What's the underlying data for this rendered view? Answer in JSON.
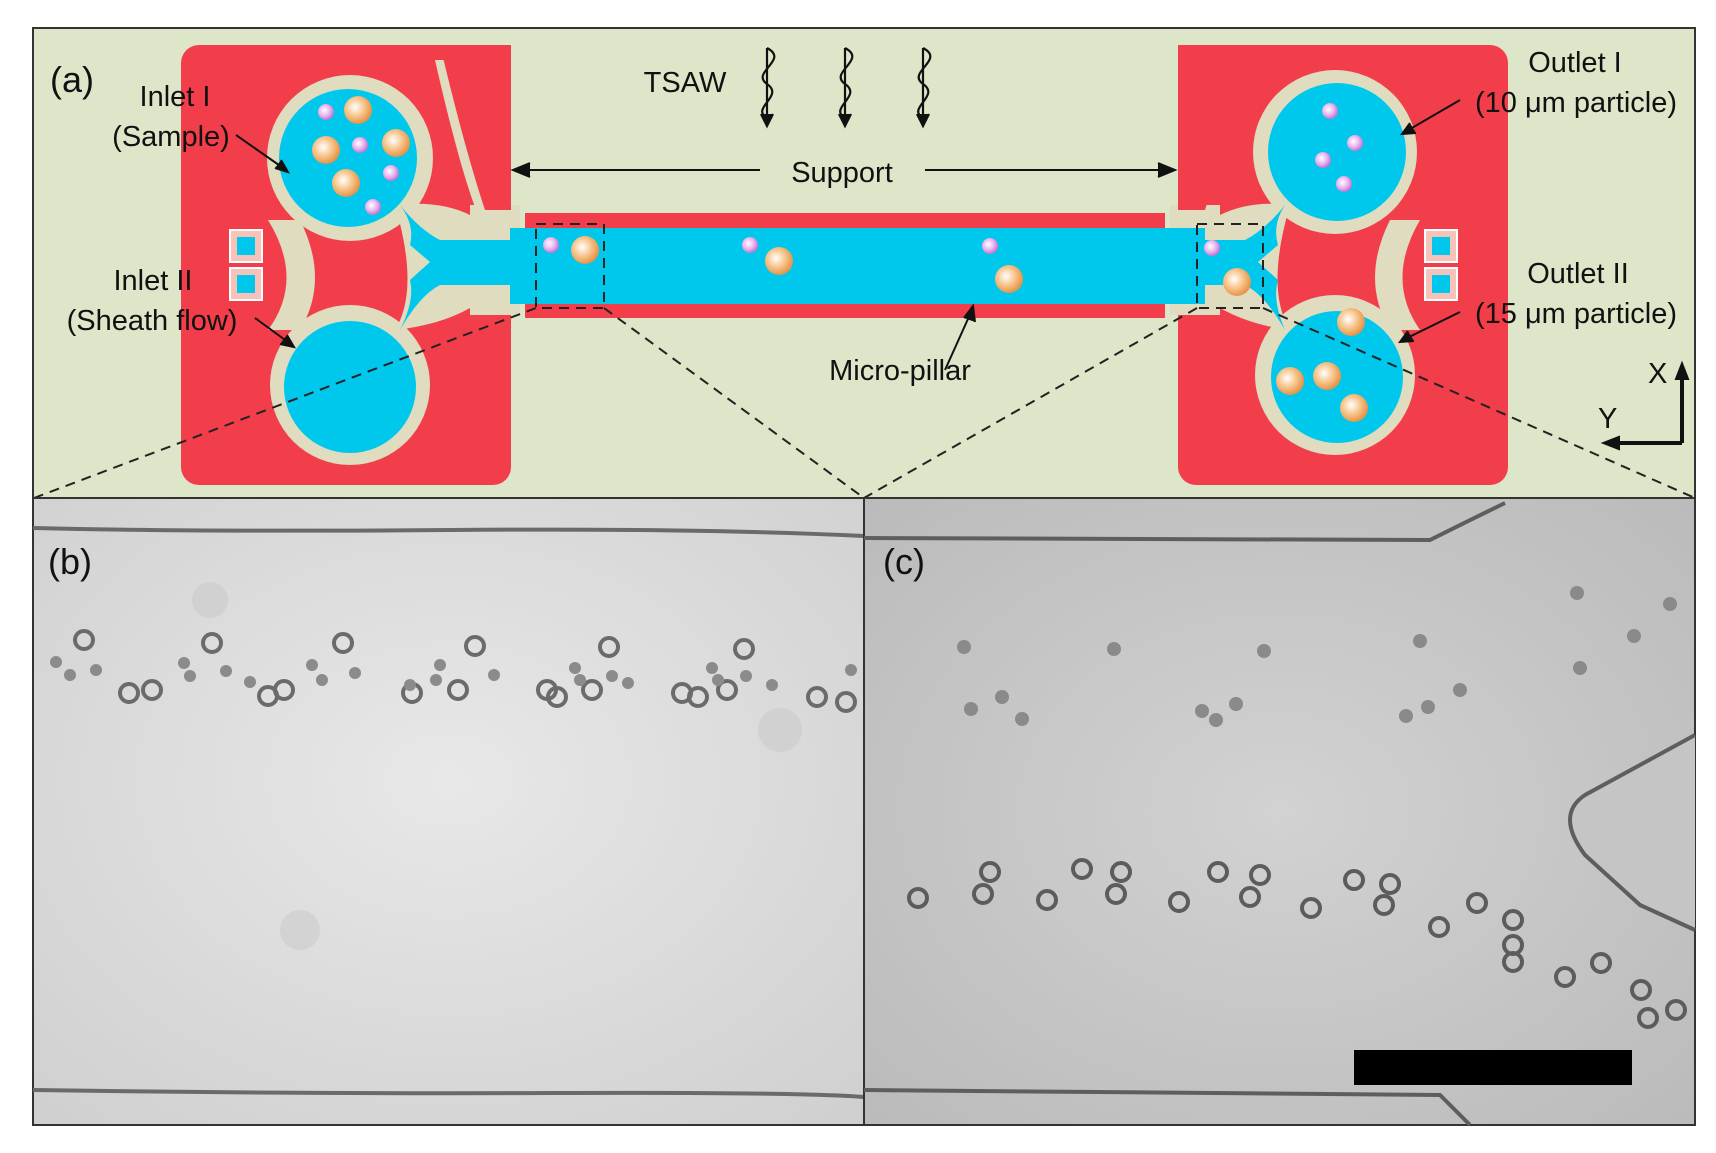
{
  "panels": {
    "a": {
      "tag": "(a)",
      "labels": {
        "inlet1_line1": "Inlet I",
        "inlet1_line2": "(Sample)",
        "inlet2_line1": "Inlet II",
        "inlet2_line2": "(Sheath flow)",
        "tsaw": "TSAW",
        "support": "Support",
        "micropillar": "Micro-pillar",
        "outlet1_line1": "Outlet I",
        "outlet1_line2": "(10 μm particle)",
        "outlet2_line1": "Outlet II",
        "outlet2_line2": "(15 μm particle)",
        "axis_x": "X",
        "axis_y": "Y"
      },
      "colors": {
        "background": "#dde6c8",
        "pdms_red": "#f23e4a",
        "channel_blue": "#00c8ec",
        "small_particle": "#d9a0e6",
        "large_particle": "#f0a45a",
        "wall_beige": "#dfdcbf"
      }
    },
    "b": {
      "tag": "(b)"
    },
    "c": {
      "tag": "(c)"
    }
  }
}
